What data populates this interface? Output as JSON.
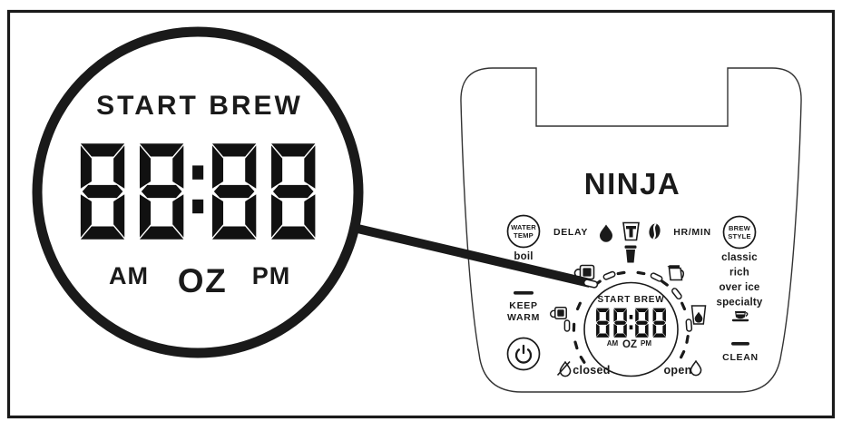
{
  "magnifier": {
    "title": "START BREW",
    "time": "88:88",
    "am": "AM",
    "oz": "OZ",
    "pm": "PM"
  },
  "panel": {
    "brand": "NINJA",
    "water_temp": {
      "line1": "WATER",
      "line2": "TEMP"
    },
    "brew_style": {
      "line1": "BREW",
      "line2": "STYLE"
    },
    "delay": "DELAY",
    "hr_min": "HR/MIN",
    "boil": "boil",
    "keep_warm": {
      "line1": "KEEP",
      "line2": "WARM"
    },
    "styles": {
      "classic": "classic",
      "rich": "rich",
      "over_ice": "over ice",
      "specialty": "specialty"
    },
    "clean": "CLEAN",
    "closed": "closed",
    "open": "open",
    "display": {
      "title": "START BREW",
      "time": "88:88",
      "am": "AM",
      "oz": "OZ",
      "pm": "PM"
    }
  },
  "colors": {
    "ink": "#1a1a1a",
    "background": "#ffffff"
  },
  "icon_names": [
    "water-droplet-icon",
    "filter-basket-icon",
    "coffee-bean-icon",
    "travel-mug-icon",
    "mug-icon",
    "cup-icon",
    "pod-icon",
    "carafe-icon",
    "iced-cup-icon",
    "specialty-cup-icon",
    "power-icon",
    "water-off-icon",
    "water-drop-outline-icon"
  ]
}
